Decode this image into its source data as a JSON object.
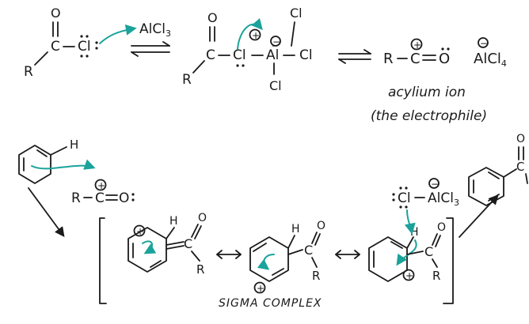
{
  "labels": {
    "alcl3": "AlCl",
    "alcl3_sub": "3",
    "cl": "Cl",
    "al": "Al",
    "r": "R",
    "c": "C",
    "o": "O",
    "h": "H",
    "alcl4": "AlCl",
    "alcl4_sub": "4",
    "alcl3_base": "AlCl",
    "alcl3_base_sub": "3",
    "acylium_ion": "acylium ion",
    "electrophile_note": "(the electrophile)",
    "sigma_complex": "SIGMA COMPLEX",
    "plus": "+",
    "minus": "−"
  },
  "colors": {
    "ink": "#1a1a1a",
    "arrow": "#1aa39a"
  }
}
